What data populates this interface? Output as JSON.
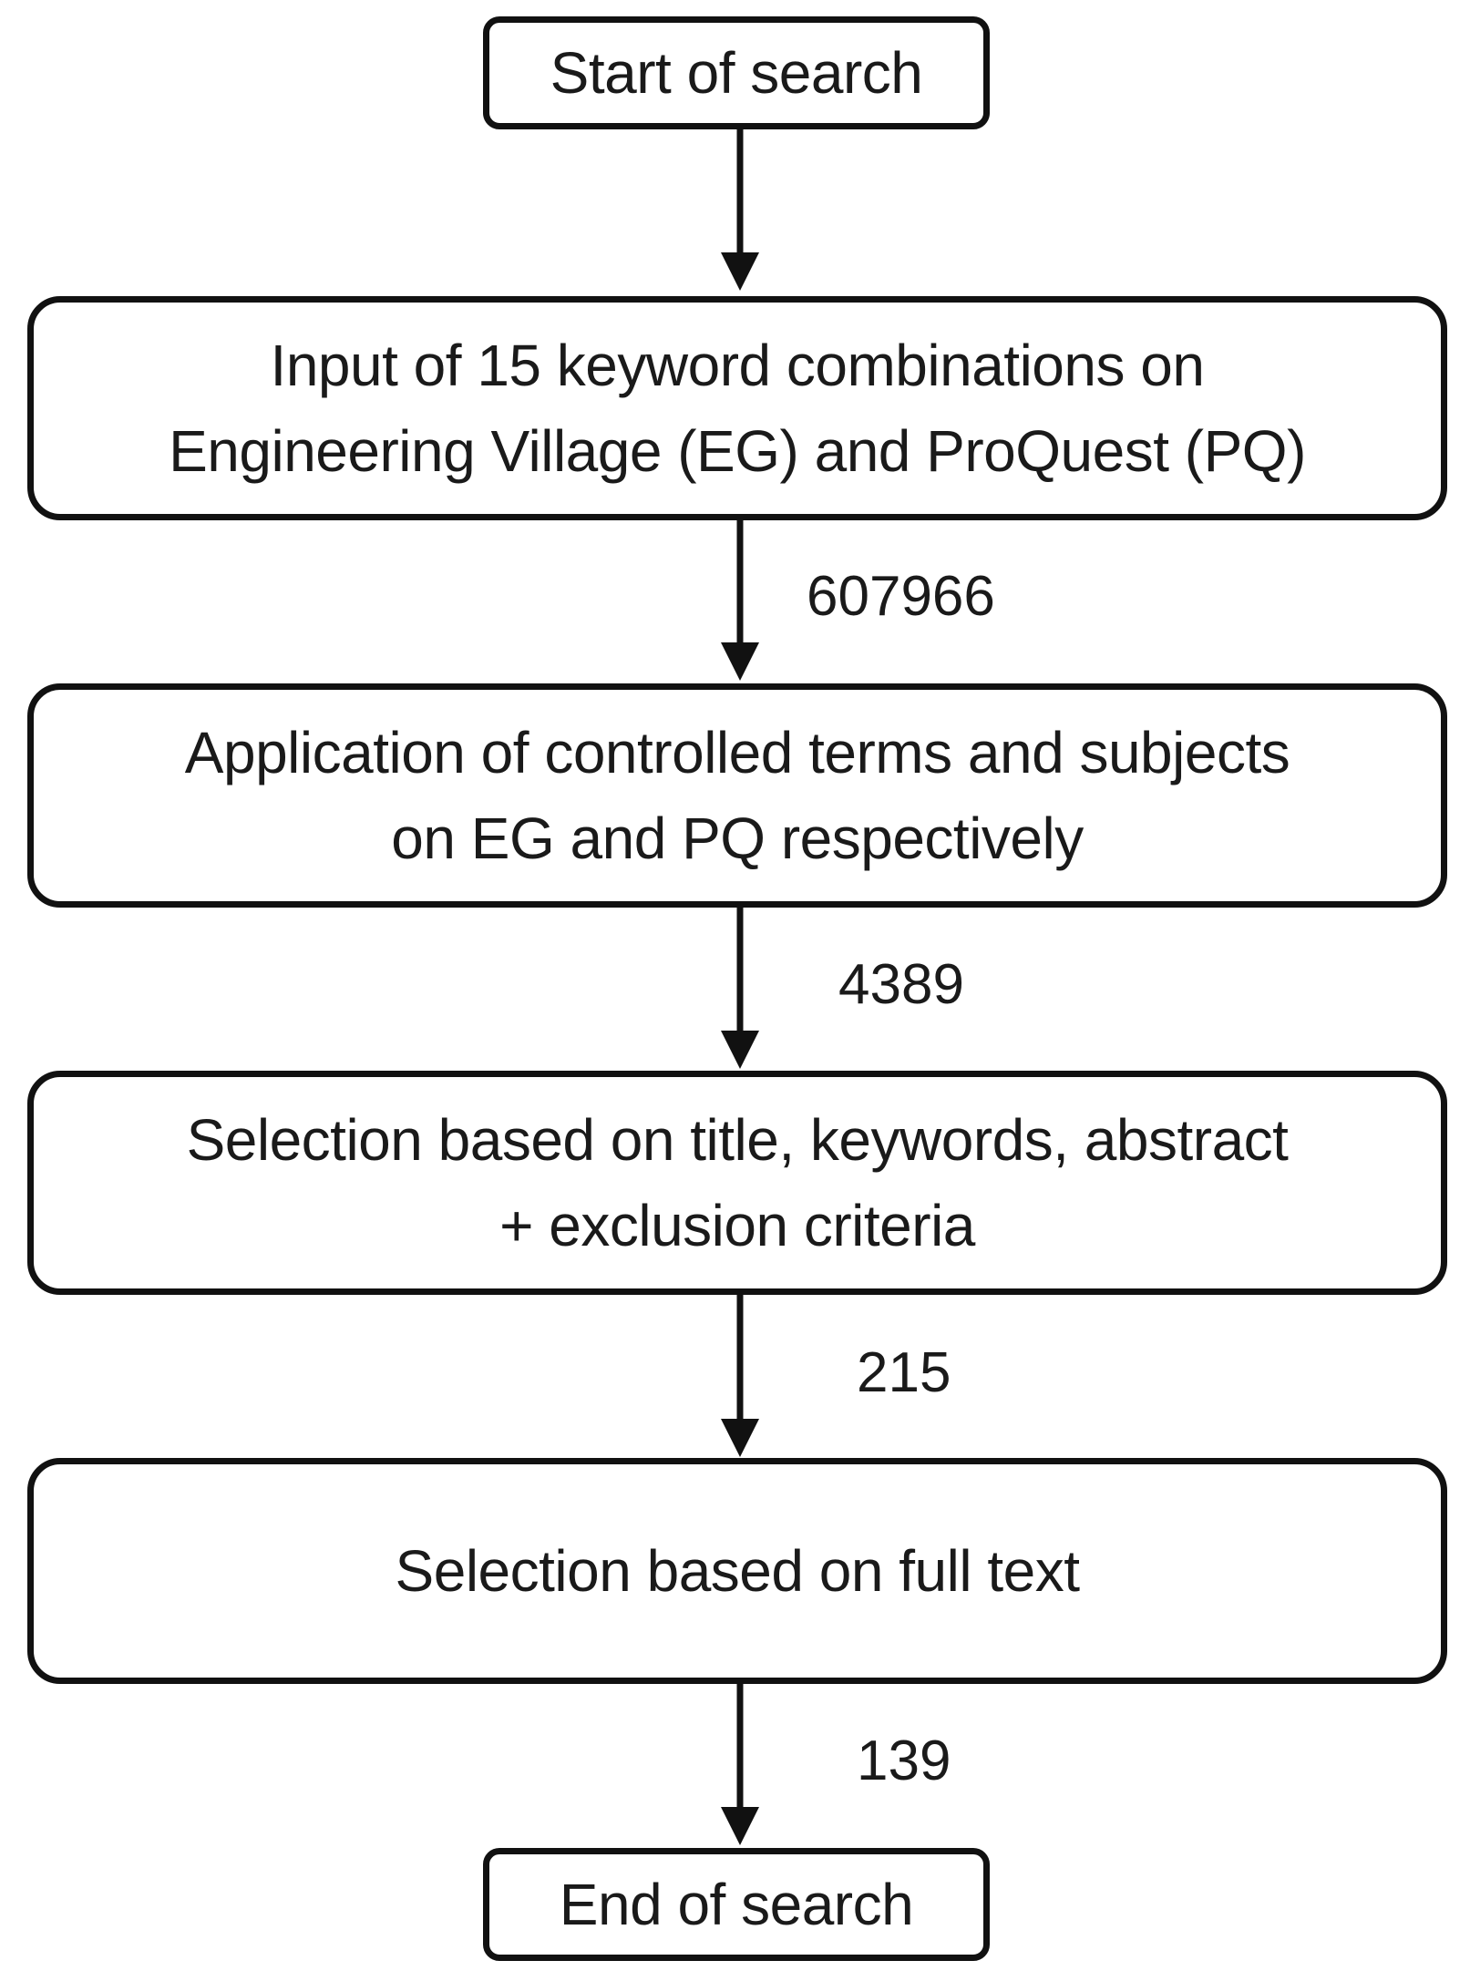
{
  "nodes": {
    "start": {
      "lines": [
        "Start of search"
      ]
    },
    "input": {
      "lines": [
        "Input of 15 keyword combinations on",
        "Engineering Village (EG) and ProQuest (PQ)"
      ]
    },
    "application": {
      "lines": [
        "Application of controlled terms and subjects",
        "on EG and PQ respectively"
      ]
    },
    "selection_abstract": {
      "lines": [
        "Selection based on title, keywords, abstract",
        "+ exclusion criteria"
      ]
    },
    "selection_fulltext": {
      "lines": [
        "Selection based on full text"
      ]
    },
    "end": {
      "lines": [
        "End of search"
      ]
    }
  },
  "edges": [
    {
      "from": "start",
      "to": "input",
      "label": ""
    },
    {
      "from": "input",
      "to": "application",
      "label": "607966"
    },
    {
      "from": "application",
      "to": "selection_abstract",
      "label": "4389"
    },
    {
      "from": "selection_abstract",
      "to": "selection_fulltext",
      "label": "215"
    },
    {
      "from": "selection_fulltext",
      "to": "end",
      "label": "139"
    }
  ],
  "colors": {
    "stroke": "#111111",
    "text": "#1a1a1a",
    "background": "#ffffff"
  }
}
